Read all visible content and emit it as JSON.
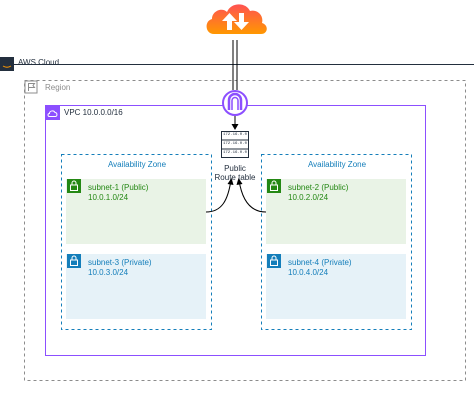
{
  "cloud": {
    "label": "AWS Cloud"
  },
  "region": {
    "label": "Region"
  },
  "vpc": {
    "label": "VPC 10.0.0.0/16"
  },
  "route_table": {
    "line1": "Public",
    "line2": "Route table",
    "entries": [
      "172.16.0.0",
      "172.16.0.0",
      "172.16.0.0"
    ]
  },
  "availability_zones": [
    {
      "label": "Availability Zone",
      "subnets": [
        {
          "name": "subnet-1 (Public)",
          "cidr": "10.0.1.0/24"
        },
        {
          "name": "subnet-3 (Private)",
          "cidr": "10.0.3.0/24"
        }
      ]
    },
    {
      "label": "Availability Zone",
      "subnets": [
        {
          "name": "subnet-2 (Public)",
          "cidr": "10.0.2.0/24"
        },
        {
          "name": "subnet-4 (Private)",
          "cidr": "10.0.4.0/24"
        }
      ]
    }
  ],
  "colors": {
    "aws_cloud": "#232f3e",
    "region": "#8c8c8c",
    "vpc": "#8c4fff",
    "availability_zone": "#147eba",
    "public_subnet_fill": "#e9f3e6",
    "public_subnet_icon": "#248814",
    "private_subnet_fill": "#e6f2f8",
    "private_subnet_icon": "#147eba",
    "internet_gradient_top": "#ff5252",
    "internet_gradient_bottom": "#ff9800"
  }
}
